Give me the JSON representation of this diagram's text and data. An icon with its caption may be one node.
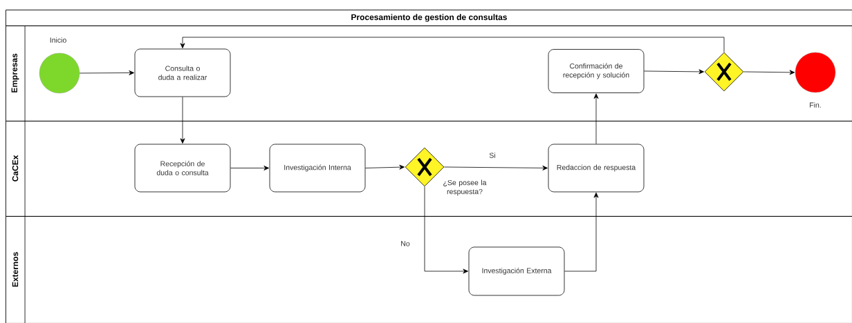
{
  "diagram": {
    "title": "Procesamiento de gestion de consultas",
    "nodes": [
      {
        "text": [
          "Empresas"
        ]
      },
      {
        "text": [
          "CaCEx"
        ]
      },
      {
        "text": [
          "Externos"
        ]
      },
      {
        "text": [],
        "shape": "circle",
        "beside": [
          "Inicio"
        ],
        "in": 0
      },
      {
        "text": [
          "Consulta o duda a realizar"
        ],
        "in": 0
      },
      {
        "text": [
          "Confirmación de recepción y solución"
        ],
        "in": 0
      },
      {
        "text": [],
        "shape": "diamond",
        "in": 0
      },
      {
        "text": [],
        "shape": "circle",
        "beside": [
          "Fin."
        ],
        "in": 0
      },
      {
        "text": [
          "Recepción de duda o consulta"
        ],
        "in": 1
      },
      {
        "text": [
          "Investigación Interna"
        ],
        "in": 1
      },
      {
        "text": [],
        "shape": "diamond",
        "beside": [
          "¿Se posee la respuesta?"
        ],
        "in": 1
      },
      {
        "text": [
          "Redaccion de respuesta"
        ],
        "in": 1
      },
      {
        "text": [
          "Investigación Externa"
        ],
        "in": 2
      }
    ],
    "edges": [
      {
        "from": 3,
        "to": 4,
        "arrow": "to"
      },
      {
        "from": 4,
        "to": 8,
        "arrow": "to"
      },
      {
        "from": 8,
        "to": 9,
        "arrow": "to"
      },
      {
        "from": 9,
        "to": 10,
        "arrow": "to"
      },
      {
        "from": 10,
        "to": 11,
        "arrow": "to",
        "label": "Si"
      },
      {
        "from": 10,
        "to": 12,
        "arrow": "to",
        "label": "No"
      },
      {
        "from": 12,
        "to": 11,
        "arrow": "to"
      },
      {
        "from": 11,
        "to": 5,
        "arrow": "to"
      },
      {
        "from": 5,
        "to": 6,
        "arrow": "to"
      },
      {
        "from": 6,
        "to": 7,
        "arrow": "to"
      },
      {
        "from": 6,
        "to": 4,
        "arrow": "to"
      }
    ]
  }
}
